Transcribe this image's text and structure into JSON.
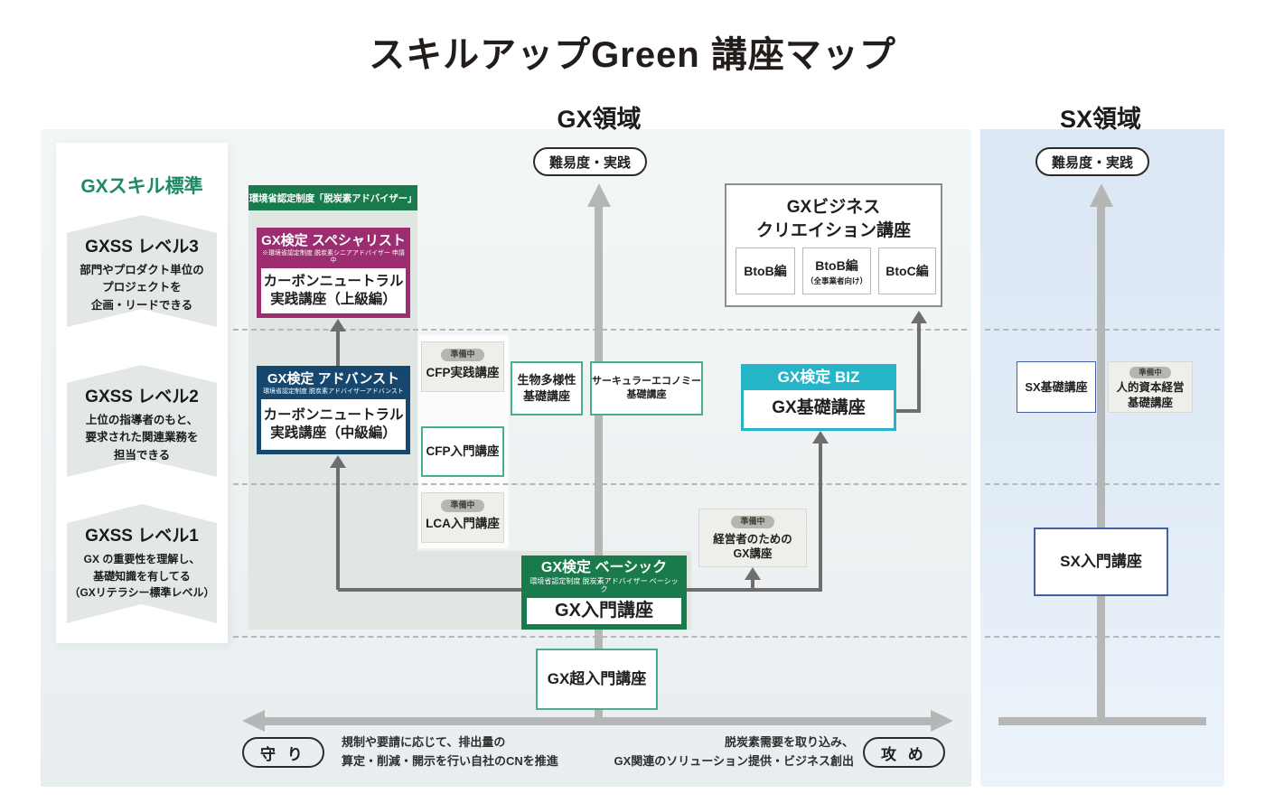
{
  "title": "スキルアップGreen 講座マップ",
  "badges": {
    "preparing": "準備中"
  },
  "colors": {
    "green": "#197a4c",
    "magenta": "#9c2d70",
    "navy": "#16486f",
    "cyan": "#25b4c8",
    "teal_border": "#49ae8e",
    "blue_border": "#455fa6",
    "axis_gray": "#b5b7b6",
    "connector_gray": "#6e6e6e",
    "sx_panel": "#dbe7f4",
    "sage": "#e0e7e3"
  },
  "gx": {
    "region": "GX領域",
    "axis_pill": "難易度・実践",
    "ministry_banner": "環境省認定制度「脱炭素アドバイザー」",
    "specialist": {
      "name": "GX検定 スペシャリスト",
      "note": "※環境省認定制度 脱炭素シニアアドバイザー 申請中",
      "course": "カーボンニュートラル\n実践講座（上級編）"
    },
    "advanced": {
      "name": "GX検定 アドバンスト",
      "note": "環境省認定制度 脱炭素アドバイザーアドバンスト",
      "course": "カーボンニュートラル\n実践講座（中級編）"
    },
    "basic": {
      "name": "GX検定 ベーシック",
      "note": "環境省認定制度 脱炭素アドバイザー ベーシック",
      "course": "GX入門講座"
    },
    "biz": {
      "name": "GX検定 BIZ",
      "course": "GX基礎講座"
    },
    "business_creation": {
      "title": "GXビジネス\nクリエイション講座",
      "editions": [
        {
          "label": "BtoB編"
        },
        {
          "label": "BtoB編",
          "sub": "（全事業者向け）"
        },
        {
          "label": "BtoC編"
        }
      ]
    },
    "cfp_practice": "CFP実践講座",
    "cfp_intro": "CFP入門講座",
    "lca_intro": "LCA入門講座",
    "biodiversity": "生物多様性\n基礎講座",
    "circular_economy": "サーキュラーエコノミー\n基礎講座",
    "management": "経営者のための\nGX講座",
    "super_intro": "GX超入門講座"
  },
  "sx": {
    "region": "SX領域",
    "axis_pill": "難易度・実践",
    "sx_basic": "SX基礎講座",
    "human_capital": "人的資本経営\n基礎講座",
    "sx_intro": "SX入門講座"
  },
  "skill_standard": {
    "title": "GXスキル標準",
    "levels": [
      {
        "name": "GXSS レベル3",
        "desc": "部門やプロダクト単位の\nプロジェクトを\n企画・リードできる"
      },
      {
        "name": "GXSS レベル2",
        "desc": "上位の指導者のもと、\n要求された関連業務を\n担当できる"
      },
      {
        "name": "GXSS レベル1",
        "desc": "GX の重要性を理解し、\n基礎知識を有してる\n（GXリテラシー標準レベル）"
      }
    ]
  },
  "bottom": {
    "defense_pill": "守 り",
    "defense_desc": "規制や要請に応じて、排出量の\n算定・削減・開示を行い自社のCNを推進",
    "offense_pill": "攻 め",
    "offense_desc": "脱炭素需要を取り込み、\nGX関連のソリューション提供・ビジネス創出"
  }
}
